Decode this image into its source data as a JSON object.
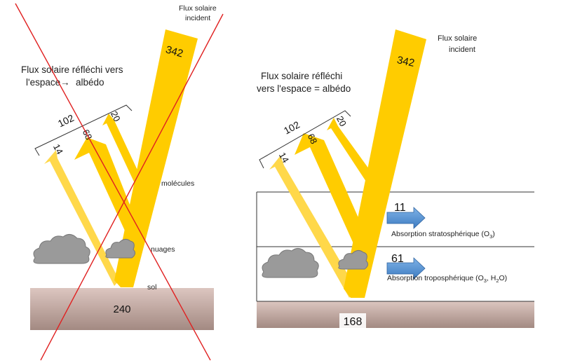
{
  "left_panel": {
    "incident_label_line1": "Flux solaire",
    "incident_label_line2": "incident",
    "incident_value": "342",
    "reflected_label_line1": "Flux solaire réfléchi vers",
    "reflected_label_line2": "l'espace",
    "reflected_label_arrow": "→",
    "reflected_label_line2b": "albédo",
    "total_reflected": "102",
    "value_20": "20",
    "value_68": "68",
    "value_14": "14",
    "molecules_label": "molécules",
    "nuages_label": "nuages",
    "sol_label": "sol",
    "ground_value": "240",
    "crossed_out": true
  },
  "right_panel": {
    "incident_label_line1": "Flux solaire",
    "incident_label_line2": "incident",
    "incident_value": "342",
    "reflected_label_line1": "Flux solaire réfléchi",
    "reflected_label_line2": "vers l'espace = albédo",
    "total_reflected": "102",
    "value_20": "20",
    "value_68": "68",
    "value_14": "14",
    "strato_value": "11",
    "strato_label": "Absorption stratosphérique (O",
    "strato_sub": "3",
    "strato_tail": ")",
    "tropo_value": "61",
    "tropo_label": "Absorption troposphérique (O",
    "tropo_sub1": "3",
    "tropo_mid": ", H",
    "tropo_sub2": "2",
    "tropo_tail": "O)",
    "ground_value": "168"
  },
  "colors": {
    "beam": "#FFCC00",
    "beam_light": "#FFD84A",
    "ground_top": "#D9C3BE",
    "ground_bottom": "#A88C84",
    "cross": "#E02020",
    "cloud": "#999999",
    "absorption_arrow": "#4F8FD0"
  }
}
